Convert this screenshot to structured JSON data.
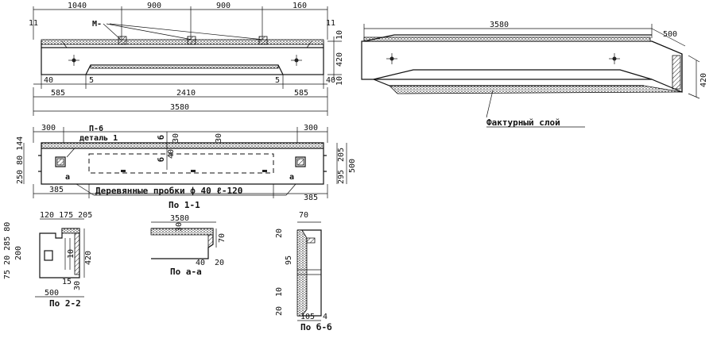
{
  "elevation": {
    "dims_top": [
      "1040",
      "900",
      "900",
      "160"
    ],
    "mark_label": "М-",
    "dims_mid": [
      "40",
      "5",
      "2410",
      "5",
      "40"
    ],
    "dims_bottom": [
      "585",
      "585"
    ],
    "overall": "3580",
    "height_dims": [
      "10",
      "420",
      "10"
    ],
    "left_marks": [
      "11",
      "11"
    ]
  },
  "iso": {
    "length": "3580",
    "width": "500",
    "height": "420",
    "facture_label": "Фактурный слой"
  },
  "plan": {
    "dims_top": [
      "300",
      "300"
    ],
    "p6": "П-6",
    "detail": "деталь 1",
    "section_mark_b": "б",
    "section_mark_b2": "б",
    "d40": "40",
    "d30a": "30",
    "d30b": "30",
    "left_dims": "250 80 144",
    "right_dims_top": "205",
    "right_dims_bottom": "295",
    "right_total": "500",
    "dims_bottom": [
      "385",
      "385"
    ],
    "wood_plugs": "Деревянные пробки ф 40 ℓ-120",
    "mark_a1": "а",
    "mark_a2": "а"
  },
  "sec11": {
    "title": "По 1-1",
    "dim": "3580",
    "d30": "30",
    "d70": "70",
    "d40": "40",
    "d20": "20"
  },
  "sec_aa": {
    "title": "По а-а"
  },
  "sec22": {
    "top_dims": "120 175 205",
    "left_dims": "75 20 285 80",
    "d200": "200",
    "d10": "10",
    "d420": "420",
    "d15": "15",
    "d30": "30",
    "d500": "500",
    "title": "По 2-2"
  },
  "sec_bb": {
    "d70": "70",
    "d20": "20",
    "d95": "95",
    "d10": "10",
    "d20b": "20",
    "d105": "105",
    "d4": "4",
    "title": "По б-б"
  }
}
